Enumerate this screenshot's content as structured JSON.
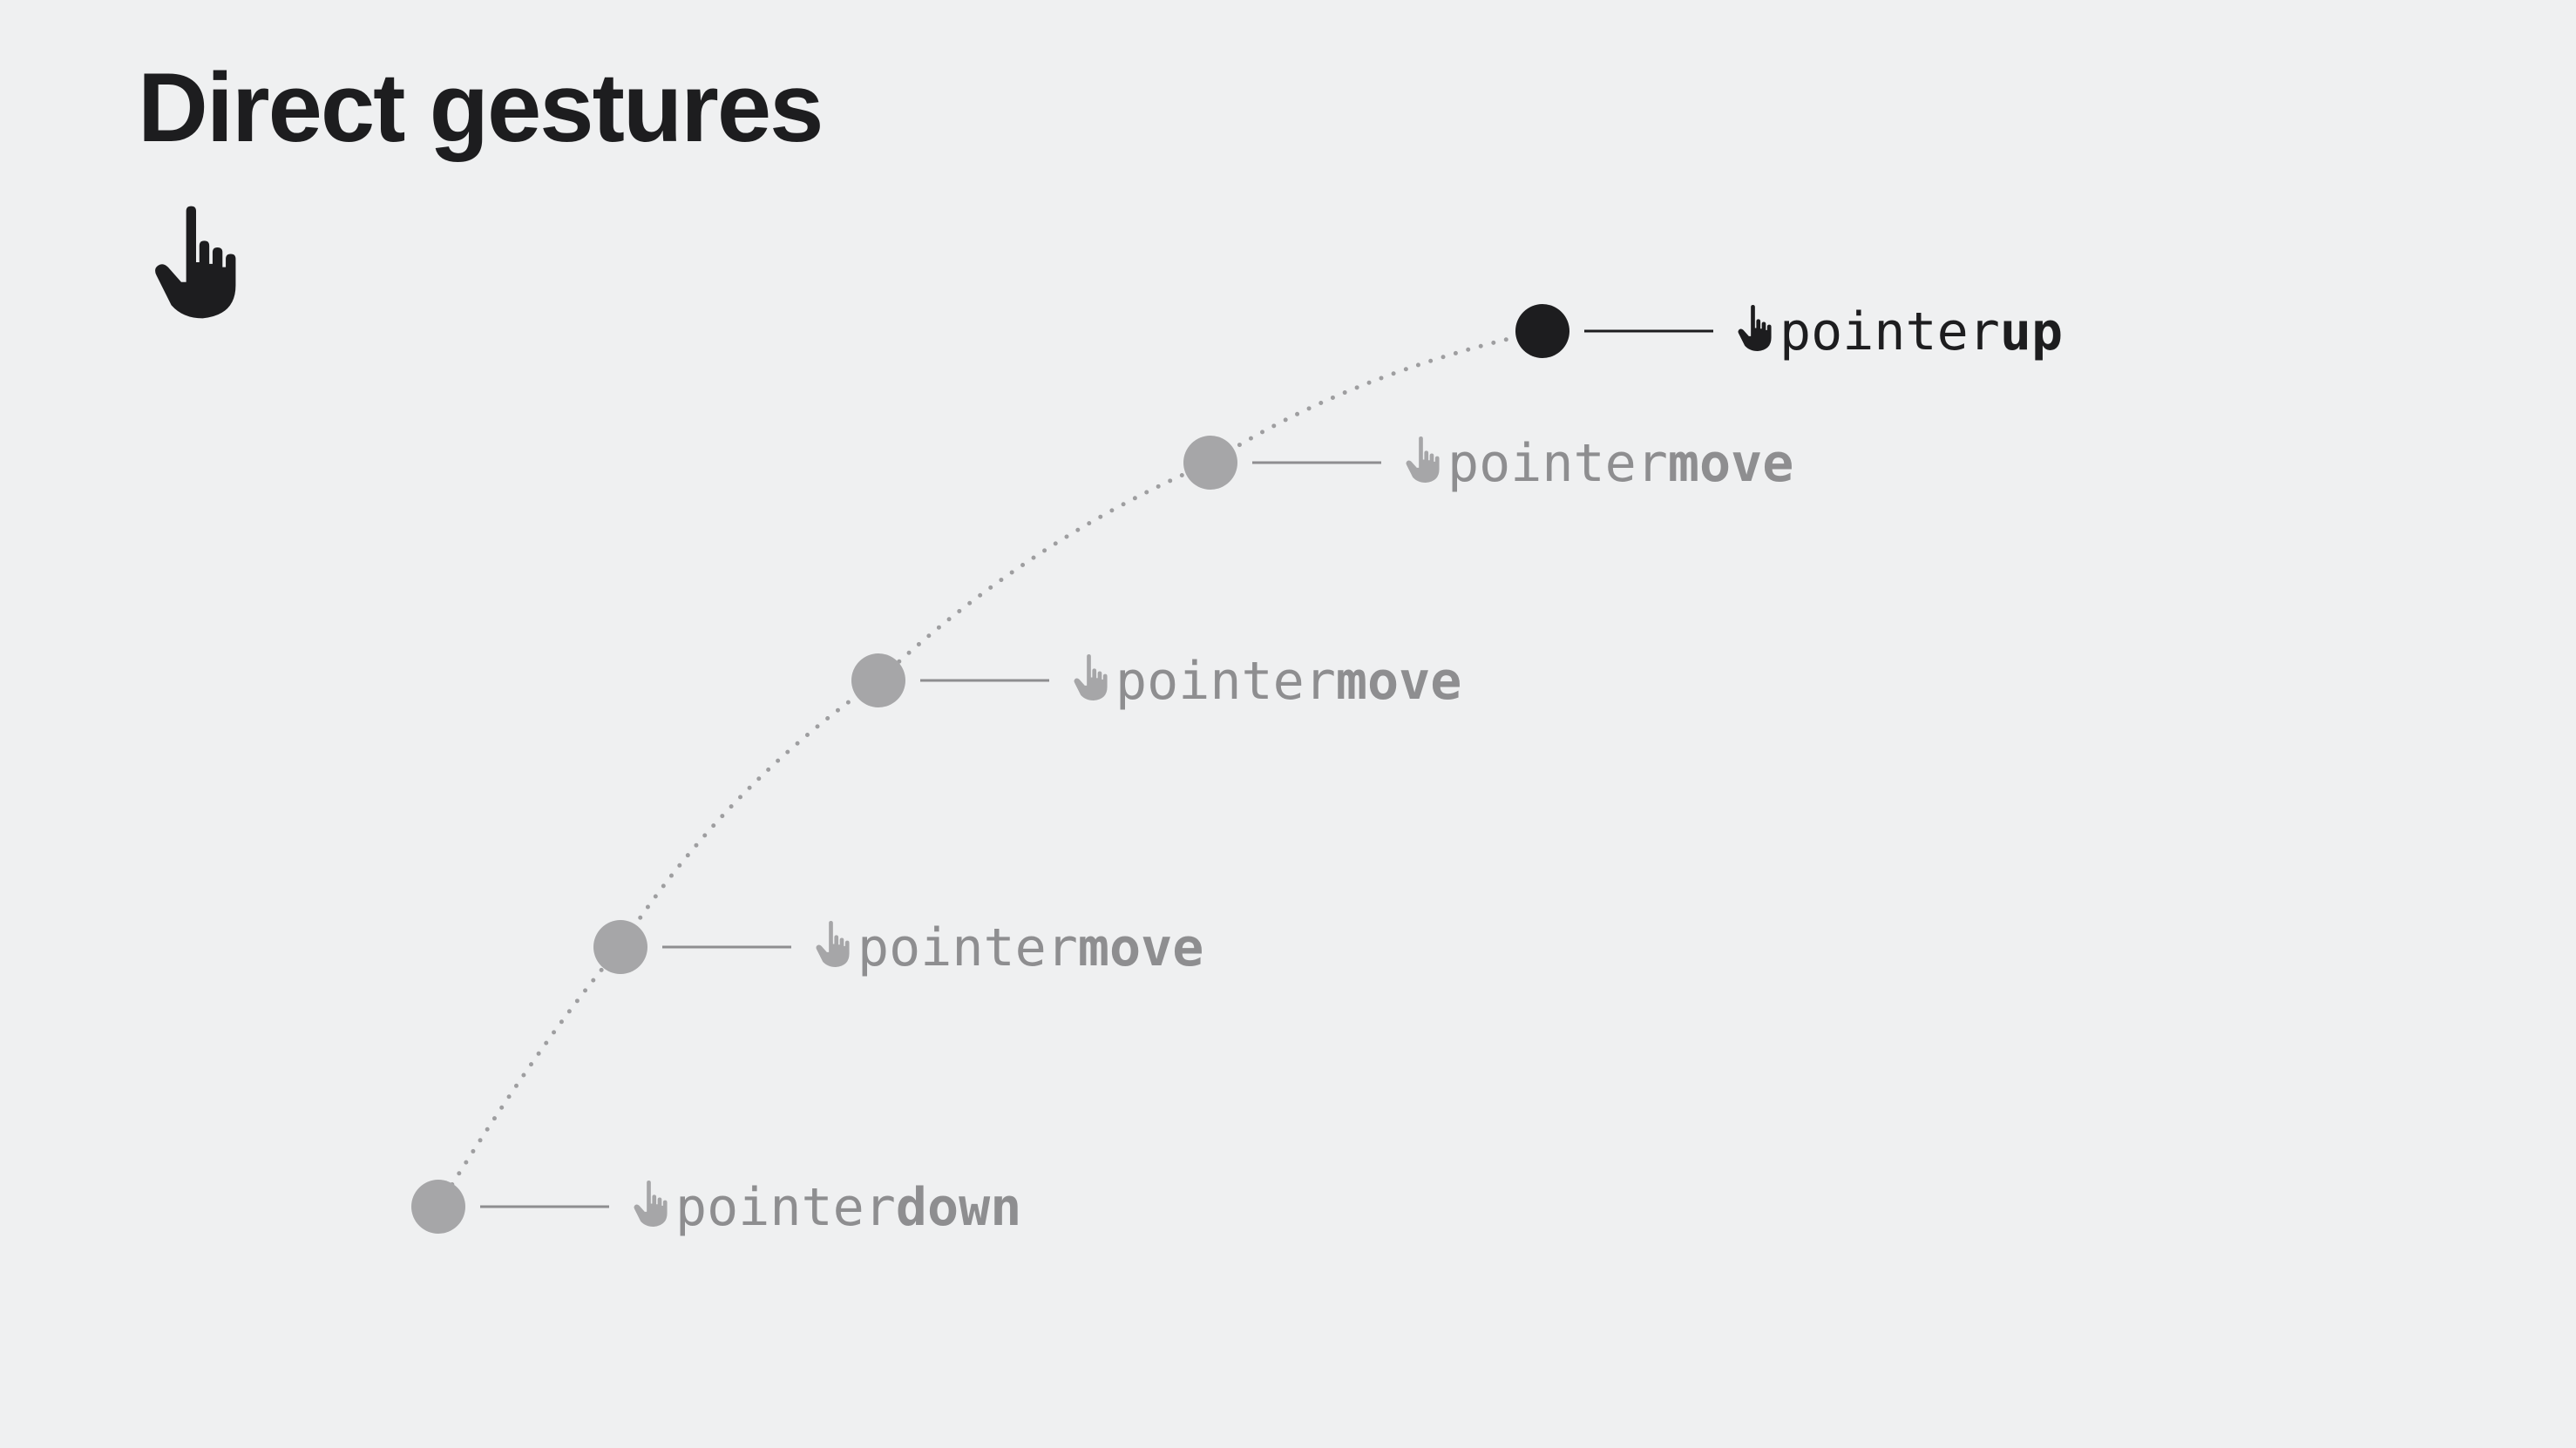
{
  "title": "Direct gestures",
  "hero_icon": "hand-point-up-icon",
  "path_icon": "hand-point-up-icon",
  "colors": {
    "background": "#eff0f1",
    "text_dark": "#1d1d1f",
    "muted": "#a6a6a8",
    "muted_text": "#8e8e90",
    "path_dots": "#9e9ea0"
  },
  "events": [
    {
      "prefix": "pointer",
      "suffix": "down",
      "active": false
    },
    {
      "prefix": "pointer",
      "suffix": "move",
      "active": false
    },
    {
      "prefix": "pointer",
      "suffix": "move",
      "active": false
    },
    {
      "prefix": "pointer",
      "suffix": "move",
      "active": false
    },
    {
      "prefix": "pointer",
      "suffix": "up",
      "active": true
    }
  ]
}
